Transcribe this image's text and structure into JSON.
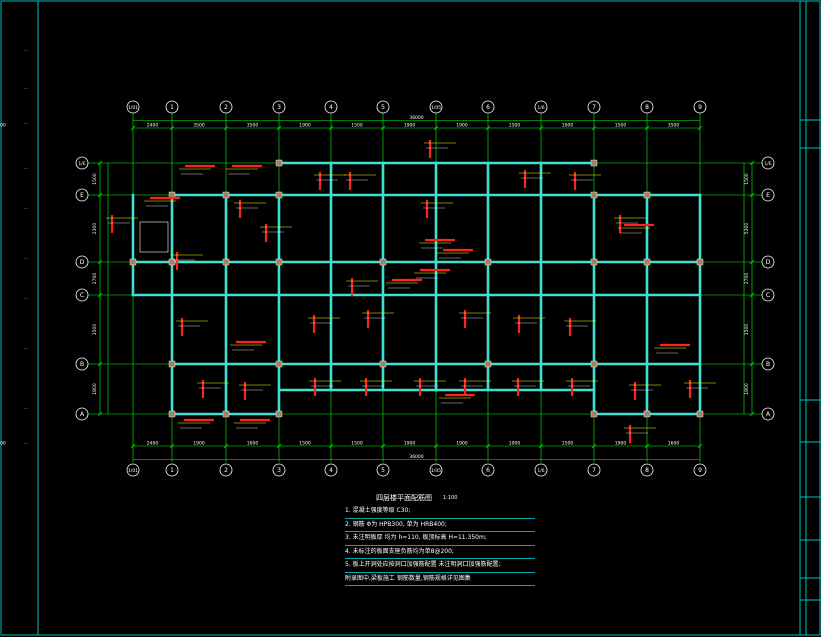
{
  "drawing": {
    "title": "四层楼平面配筋图",
    "scale": "1:100"
  },
  "axes": {
    "columns": [
      "1/01",
      "1",
      "2",
      "3",
      "4",
      "5",
      "1/05",
      "6",
      "1/6",
      "7",
      "8",
      "9"
    ],
    "rows": [
      "1/E",
      "E",
      "D",
      "C",
      "B",
      "A"
    ]
  },
  "dimensions": {
    "top_total": "36000",
    "bottom_total": "36000",
    "top_segments": [
      "2400",
      "3500",
      "3500",
      "1900",
      "1500",
      "1900",
      "1900",
      "1500",
      "1900",
      "1500",
      "3500",
      "3500"
    ],
    "bottom_segments": [
      "2400",
      "1900",
      "1600",
      "1500",
      "1500",
      "1900",
      "1900",
      "1900",
      "1500",
      "1900",
      "1600",
      "1900"
    ],
    "left_segments": [
      "1500",
      "2300",
      "2700",
      "1500",
      "1800"
    ],
    "right_segments": [
      "1500",
      "5300",
      "2700",
      "1500",
      "1800"
    ]
  },
  "notes": [
    "1. 混凝土强度等级 C30;",
    "2. 钢筋 Φ为 HPB300, 单为 HRB400;",
    "3. 未注明板厚 均为 h=110, 板顶标高 H=11.350m;",
    "4. 未标注的板面支座负筋均为单8@200;",
    "5. 板上开洞处应按洞口加强筋配置 未注明洞口加强筋配置;",
    "附录图中,梁板施工 钢筋数量,钢筋规格详见图集"
  ],
  "colors": {
    "background": "#000000",
    "frame": "#00c0c0",
    "axis": "#00ff00",
    "wall": "#40e0d0",
    "rebar_label": "#ff2020",
    "annotation": "#ffff00"
  }
}
